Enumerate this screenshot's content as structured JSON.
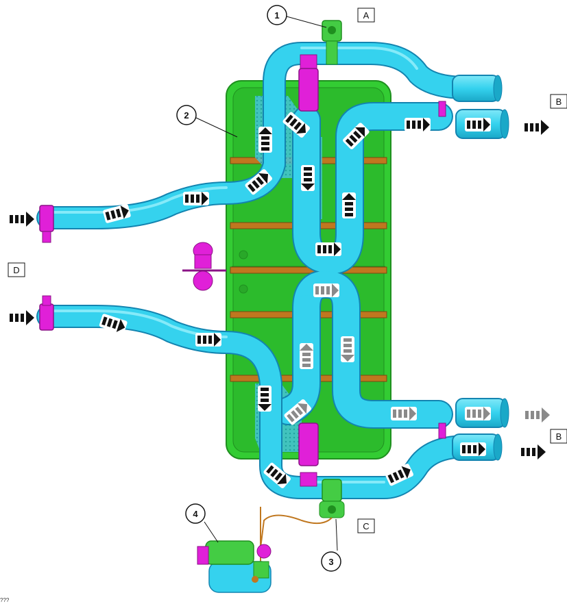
{
  "callouts": [
    {
      "id": "1",
      "label": "1"
    },
    {
      "id": "2",
      "label": "2"
    },
    {
      "id": "3",
      "label": "3"
    },
    {
      "id": "4",
      "label": "4"
    }
  ],
  "box_labels": {
    "a": "A",
    "b_upper": "B",
    "b_lower": "B",
    "c": "C",
    "d": "D"
  },
  "corner_text": "???",
  "colors": {
    "pipe": "#35d2ee",
    "pipe_outline": "#1384b0",
    "muffler": "#33cc33",
    "muffler_dark": "#1f8f1f",
    "valve_housing": "#e020d8",
    "strap": "#c0771f",
    "valve_green": "#44cc44",
    "arrow_black": "#111111",
    "arrow_gray": "#8a8a8a"
  },
  "icons": {
    "flow_arrow": "flow-arrow-icon",
    "valve": "exhaust-valve-icon",
    "actuator": "valve-actuator-icon"
  }
}
